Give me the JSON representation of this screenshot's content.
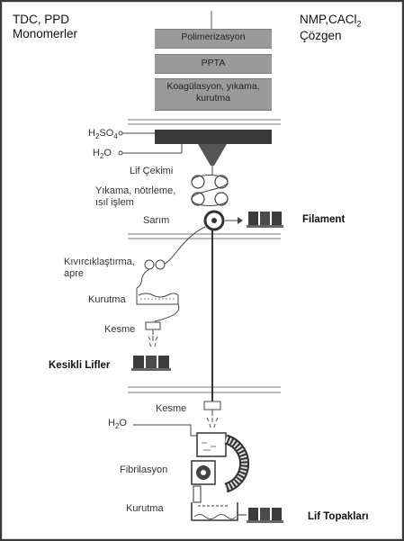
{
  "inputs": {
    "left_line1": "TDC, PPD",
    "left_line2": "Monomerler",
    "right_line1": "NMP,CACl",
    "right_line1_sub": "2",
    "right_line2": "Çözgen"
  },
  "process_boxes": {
    "polymerization": "Polimerizasyon",
    "ppta": "PPTA",
    "coag_line1": "Koagülasyon, yıkama,",
    "coag_line2": "kurutma"
  },
  "spinning": {
    "h2so4_main": "H",
    "h2so4_sub1": "2",
    "h2so4_mid": "SO",
    "h2so4_sub2": "4",
    "h2o_main": "H",
    "h2o_sub": "2",
    "h2o_end": "O",
    "fiber_drawing": "Lif Çekimi",
    "washing_line1": "Yıkama, nötrleme,",
    "washing_line2": "ısıl işlem",
    "winding": "Sarım",
    "filament": "Filament"
  },
  "staple": {
    "crimping_line1": "Kıvırcıklaştırma,",
    "crimping_line2": "apre",
    "drying": "Kurutma",
    "cutting": "Kesme",
    "staple_fibers": "Kesikli  Lifler"
  },
  "pulp": {
    "cutting": "Kesme",
    "h2o_main": "H",
    "h2o_sub": "2",
    "h2o_end": "O",
    "fibrillation": "Fibrilasyon",
    "drying": "Kurutma",
    "pulp_product": "Lif Topakları"
  }
}
